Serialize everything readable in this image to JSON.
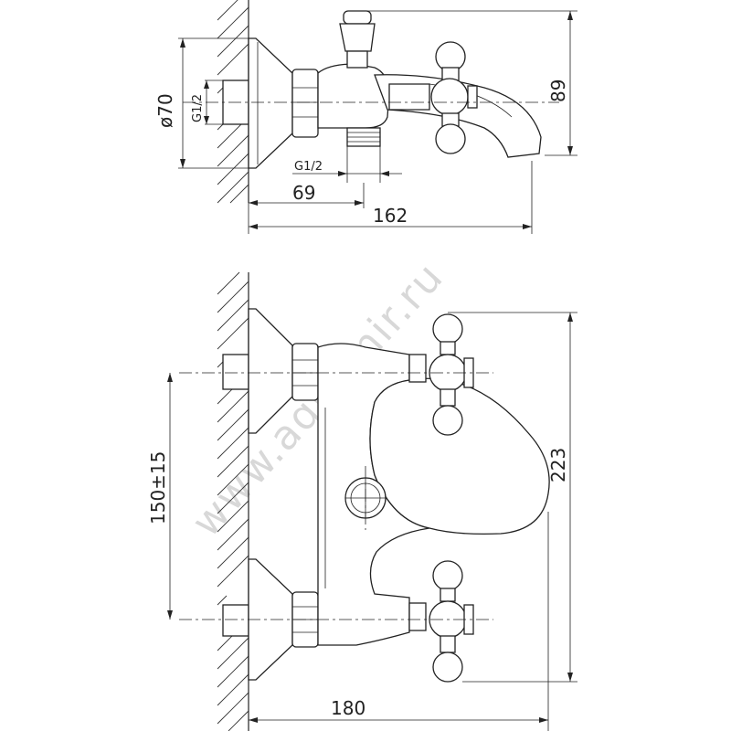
{
  "watermark": "www.aquamir.ru",
  "top_view": {
    "dim_diameter": "ø70",
    "dim_inlet_thread": "G1/2",
    "dim_outlet_thread": "G1/2",
    "dim_outlet_offset": "69",
    "dim_total_depth": "162",
    "dim_height": "89"
  },
  "front_view": {
    "dim_centers": "150±15",
    "dim_width": "180",
    "dim_height": "223"
  }
}
